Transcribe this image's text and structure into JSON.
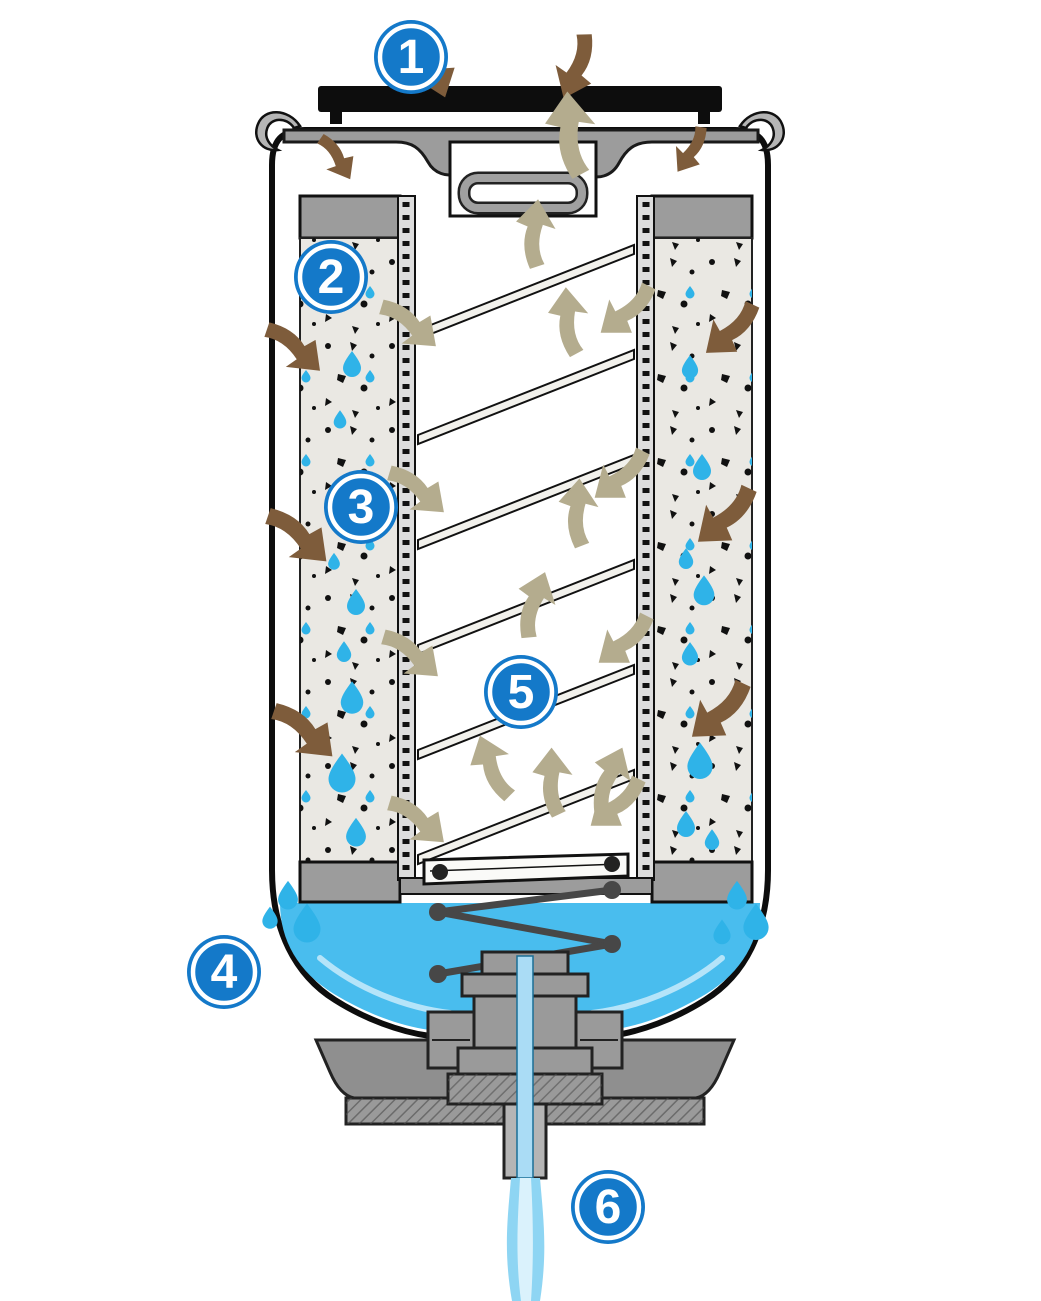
{
  "diagram": {
    "callouts": [
      {
        "number": "1"
      },
      {
        "number": "2"
      },
      {
        "number": "3"
      },
      {
        "number": "4"
      },
      {
        "number": "5"
      },
      {
        "number": "6"
      }
    ],
    "colors": {
      "callout_blue": "#1479c9",
      "dirty_fuel_brown": "#7e5c3b",
      "clean_fuel_tan": "#b4ac8e",
      "water_blue": "#49bdee",
      "stream_blue": "#8ed5f3",
      "droplet_blue": "#2fb3e8",
      "housing_gray": "#9c9c9c",
      "seal_black": "#0d0d0d",
      "media_background": "#eae8e3"
    }
  }
}
